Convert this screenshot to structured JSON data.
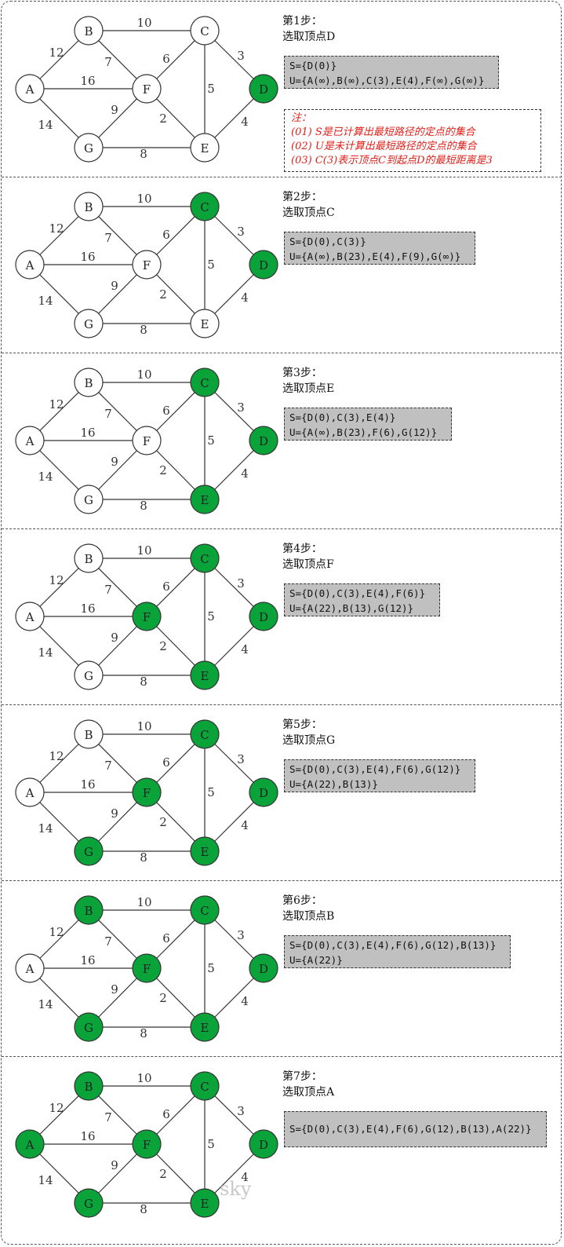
{
  "steps": [
    {
      "title": "第1步：",
      "subtitle": "选取顶点D",
      "s_set": "S={D(0)}",
      "u_set": "U={A(∞),B(∞),C(3),E(4),F(∞),G(∞)}",
      "selected": [
        "D"
      ]
    },
    {
      "title": "第2步：",
      "subtitle": "选取顶点C",
      "s_set": "S={D(0),C(3)}",
      "u_set": "U={A(∞),B(23),E(4),F(9),G(∞)}",
      "selected": [
        "D",
        "C"
      ]
    },
    {
      "title": "第3步：",
      "subtitle": "选取顶点E",
      "s_set": "S={D(0),C(3),E(4)}",
      "u_set": "U={A(∞),B(23),F(6),G(12)}",
      "selected": [
        "D",
        "C",
        "E"
      ]
    },
    {
      "title": "第4步：",
      "subtitle": "选取顶点F",
      "s_set": "S={D(0),C(3),E(4),F(6)}",
      "u_set": "U={A(22),B(13),G(12)}",
      "selected": [
        "D",
        "C",
        "E",
        "F"
      ]
    },
    {
      "title": "第5步：",
      "subtitle": "选取顶点G",
      "s_set": "S={D(0),C(3),E(4),F(6),G(12)}",
      "u_set": "U={A(22),B(13)}",
      "selected": [
        "D",
        "C",
        "E",
        "F",
        "G"
      ]
    },
    {
      "title": "第6步：",
      "subtitle": "选取顶点B",
      "s_set": "S={D(0),C(3),E(4),F(6),G(12),B(13)}",
      "u_set": "U={A(22)}",
      "selected": [
        "D",
        "C",
        "E",
        "F",
        "G",
        "B"
      ]
    },
    {
      "title": "第7步：",
      "subtitle": "选取顶点A",
      "s_set": "S={D(0),C(3),E(4),F(6),G(12),B(13),A(22)}",
      "u_set": "",
      "selected": [
        "D",
        "C",
        "E",
        "F",
        "G",
        "B",
        "A"
      ]
    }
  ],
  "note": {
    "title": "注：",
    "lines": [
      "(01) S是已计算出最短路径的定点的集合",
      "(02) U是未计算出最短路径的定点的集合",
      "(03) C(3)表示顶点C到起点D的最短距离是3"
    ]
  },
  "graph": {
    "nodes": [
      "A",
      "B",
      "C",
      "D",
      "E",
      "F",
      "G"
    ],
    "edges": [
      {
        "from": "A",
        "to": "B",
        "weight": "12"
      },
      {
        "from": "A",
        "to": "F",
        "weight": "16"
      },
      {
        "from": "A",
        "to": "G",
        "weight": "14"
      },
      {
        "from": "B",
        "to": "C",
        "weight": "10"
      },
      {
        "from": "B",
        "to": "F",
        "weight": "7"
      },
      {
        "from": "C",
        "to": "F",
        "weight": "6"
      },
      {
        "from": "C",
        "to": "E",
        "weight": "5"
      },
      {
        "from": "C",
        "to": "D",
        "weight": "3"
      },
      {
        "from": "D",
        "to": "E",
        "weight": "4"
      },
      {
        "from": "F",
        "to": "G",
        "weight": "9"
      },
      {
        "from": "F",
        "to": "E",
        "weight": "2"
      },
      {
        "from": "G",
        "to": "E",
        "weight": "8"
      }
    ]
  },
  "colors": {
    "selected_fill": "#0aa33a",
    "unselected_fill": "#ffffff",
    "set_box_bg": "#c0c0c0",
    "note_text": "#e0201a"
  },
  "watermark": "sky"
}
